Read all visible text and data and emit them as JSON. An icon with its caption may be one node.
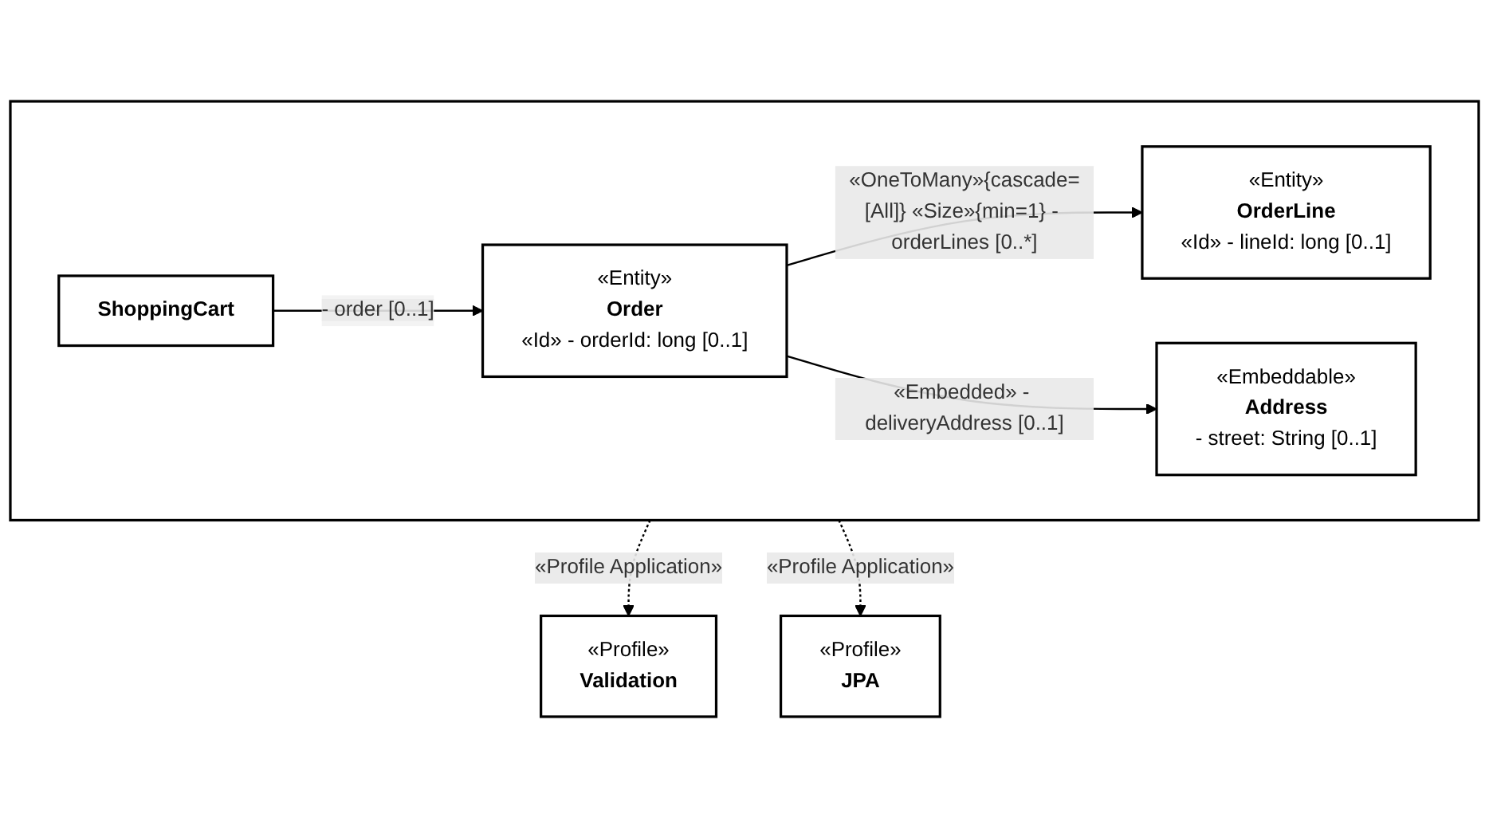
{
  "diagram": {
    "nodes": [
      {
        "text": [
          "«Profile»",
          "Validation"
        ]
      },
      {
        "text": [
          "«Profile»",
          "JPA"
        ]
      },
      {
        "text": [],
        "shape": "box"
      },
      {
        "text": [
          "ShoppingCart"
        ],
        "in": 2
      },
      {
        "text": [
          "«Entity»",
          "Order",
          "«Id» - orderId: long [0..1]"
        ],
        "in": 2
      },
      {
        "text": [
          "«Entity»",
          "OrderLine",
          "«Id» - lineId: long [0..1]"
        ],
        "in": 2
      },
      {
        "text": [
          "«Embeddable»",
          "Address",
          "- street: String [0..1]"
        ],
        "in": 2
      }
    ],
    "edges": [
      {
        "from": 2,
        "to": 0,
        "arrow": "to",
        "style": "dashed",
        "label": "«Profile Application»"
      },
      {
        "from": 2,
        "to": 1,
        "arrow": "to",
        "style": "dashed",
        "label": "«Profile Application»"
      },
      {
        "from": 3,
        "to": 4,
        "arrow": "to",
        "label": "- order [0..1]"
      },
      {
        "from": 4,
        "to": 5,
        "arrow": "to",
        "label": "«OneToMany»{cascade=[All]} «Size»{min=1} - orderLines [0..*]"
      },
      {
        "from": 4,
        "to": 6,
        "arrow": "to",
        "label": "«Embedded» - deliveryAddress [0..1]"
      }
    ]
  }
}
